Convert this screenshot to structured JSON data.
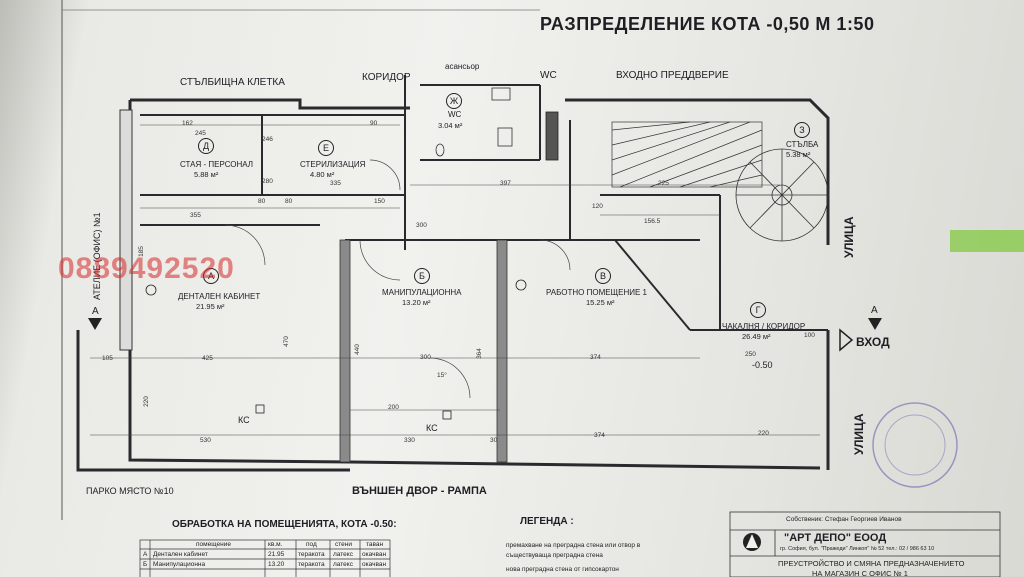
{
  "title": "РАЗПРЕДЕЛЕНИЕ КОТА -0,50  М 1:50",
  "labels": {
    "corridor": "КОРИДОР",
    "stairwell": "СТЪЛБИЩНА КЛЕТКА",
    "elevator": "асансьор",
    "wc": "WC",
    "entrance_hall": "ВХОДНО ПРЕДДВЕРИЕ",
    "street_1": "УЛИЦА",
    "street_2": "УЛИЦА",
    "entrance": "ВХОД",
    "ext_yard": "ВЪНШЕН ДВОР - РАМПА",
    "parking": "ПАРКО МЯСТО №10",
    "atelier": "АТЕЛИЕ (ОФИС) №1",
    "level_mark": "-0.50",
    "kc_1": "КС",
    "kc_2": "КС",
    "section_a1": "А",
    "section_a2": "А"
  },
  "rooms": [
    {
      "letter": "Д",
      "name": "СТАЯ - ПЕРСОНАЛ",
      "area": "5.88 м²"
    },
    {
      "letter": "Е",
      "name": "СТЕРИЛИЗАЦИЯ",
      "area": "4.80 м²"
    },
    {
      "letter": "Ж",
      "name": "WC",
      "area": "3.04 м²"
    },
    {
      "letter": "З",
      "name": "СТЪЛБА",
      "area": "5.38 м²"
    },
    {
      "letter": "А",
      "name": "ДЕНТАЛЕН КАБИНЕТ",
      "area": "21.95 м²"
    },
    {
      "letter": "Б",
      "name": "МАНИПУЛАЦИОННА",
      "area": "13.20 м²"
    },
    {
      "letter": "В",
      "name": "РАБОТНО ПОМЕЩЕНИЕ 1",
      "area": "15.25 м²"
    },
    {
      "letter": "Г",
      "name": "ЧАКАЛНЯ / КОРИДОР",
      "area": "26.49 м²"
    }
  ],
  "dims": [
    "162",
    "245",
    "246",
    "80",
    "280",
    "335",
    "80",
    "150",
    "90",
    "397",
    "225",
    "156.5",
    "355",
    "300",
    "120",
    "425",
    "374",
    "250",
    "530",
    "374",
    "220",
    "105",
    "440",
    "300",
    "220",
    "30",
    "330",
    "200",
    "185",
    "470",
    "364",
    "100",
    "15°"
  ],
  "phone_watermark": "0889492520",
  "finishes_table": {
    "title": "ОБРАБОТКА НА ПОМЕЩЕНИЯТА, КОТА -0.50:",
    "headers": [
      "",
      "помещение",
      "кв.м.",
      "под",
      "стени",
      "таван"
    ],
    "rows": [
      [
        "А",
        "Дентален кабинет",
        "21.95",
        "теракота",
        "латекс",
        "окачван"
      ],
      [
        "Б",
        "Манипулационна",
        "13.20",
        "теракота",
        "латекс",
        "окачван"
      ]
    ]
  },
  "legend": {
    "title": "ЛЕГЕНДА :",
    "items": [
      "премахване на преградна стена или отвор в",
      "съществуваща преградна стена",
      "нова преградна стена от гипсокартон"
    ]
  },
  "titleblock": {
    "owner": "Собственик: Стефан Георгиев Иванов",
    "company": "\"АРТ ДЕПО\" ЕООД",
    "address": "гр. София, бул. \"Пражеди\" Линкоп\" № 52  тел.: 02 / 986 63 10",
    "project": "ПРЕУСТРОЙСТВО И СМЯНА ПРЕДНАЗНАЧЕНИЕТО",
    "project2": "НА МАГАЗИН С ОФИС № 1"
  },
  "colors": {
    "ink": "#1e1e24",
    "watermark": "#d72828",
    "stamp": "#463ca0",
    "accent": "#8dcb54"
  }
}
